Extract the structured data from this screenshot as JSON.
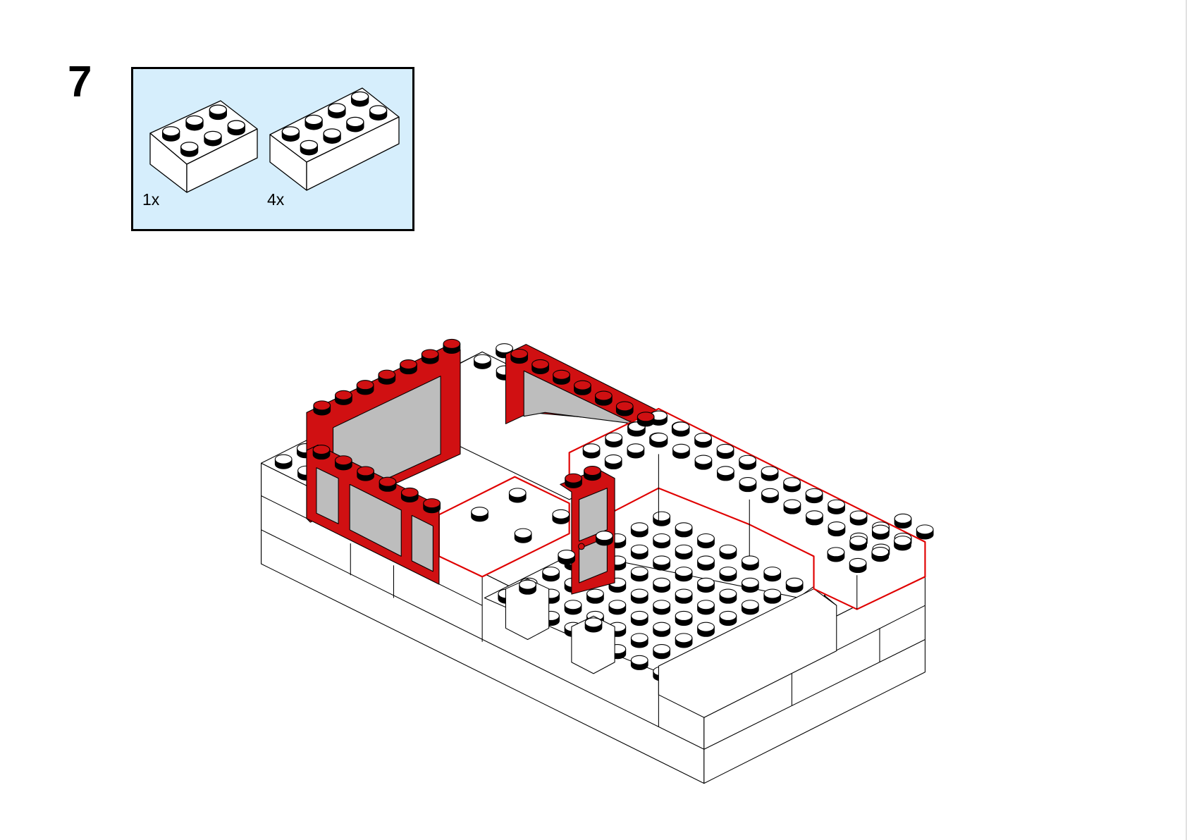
{
  "step": {
    "number": "7"
  },
  "parts_list": {
    "items": [
      {
        "quantity": "1x",
        "part": "brick-2x3",
        "color": "white"
      },
      {
        "quantity": "4x",
        "part": "brick-2x4",
        "color": "white"
      }
    ],
    "background_color": "#d6eefc"
  },
  "colors": {
    "brick_white": "#ffffff",
    "brick_red": "#d01012",
    "window_glass": "#bdbdbd",
    "highlight_outline": "#e00000",
    "outline": "#000000"
  }
}
